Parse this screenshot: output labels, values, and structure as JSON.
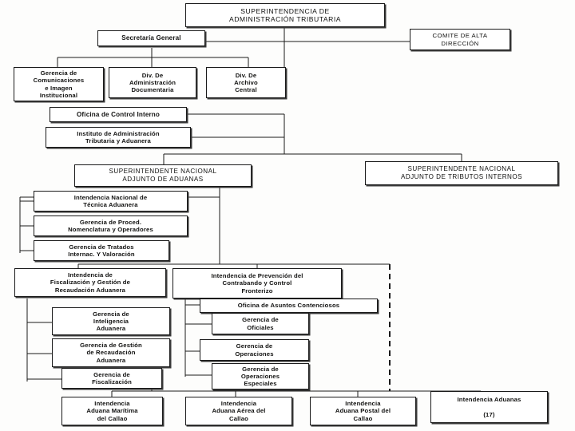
{
  "chart_data": {
    "type": "diagram",
    "title": "Organigrama - Superintendencia de Administración Tributaria",
    "diagram_kind": "organization-chart",
    "orientation": "top-down",
    "node_count": 24,
    "line_style": "solid-with-one-dashed-link"
  },
  "nodes": {
    "root": {
      "label": "SUPERINTENDENCIA DE\nADMINISTRACIÓN TRIBUTARIA"
    },
    "secretaria_general": {
      "label": "Secretaría   General"
    },
    "comite_alta_direccion": {
      "label": "COMITE DE ALTA\nDIRECCIÓN"
    },
    "gerencia_comunicaciones": {
      "label": "Gerencia de\nComunicaciones\ne Imagen\nInstitucional"
    },
    "div_administracion": {
      "label": "Div. De\nAdministración\nDocumentaria"
    },
    "div_archivo": {
      "label": "Div.  De\nArchivo\nCentral"
    },
    "oficina_control_interno": {
      "label": "Oficina de Control  Interno"
    },
    "instituto_administracion": {
      "label": "Instituto de Administración\nTributaria y Aduanera"
    },
    "superintendente_aduanas": {
      "label": "SUPERINTENDENTE   NACIONAL\nADJUNTO DE ADUANAS"
    },
    "superintendente_tributos": {
      "label": "SUPERINTENDENTE NACIONAL\nADJUNTO DE TRIBUTOS INTERNOS"
    },
    "intendencia_tecnica": {
      "label": "Intendencia   Nacional de\nTécnica Aduanera"
    },
    "gerencia_proced": {
      "label": "Gerencia de Proced.\nNomenclatura  y  Operadores"
    },
    "gerencia_tratados": {
      "label": "Gerencia de Tratados\nInternac.  Y   Valoración"
    },
    "intendencia_fiscalizacion": {
      "label": "Intendencia de\nFiscalización  y  Gestión de\nRecaudación Aduanera"
    },
    "intendencia_prevencion": {
      "label": "Intendencia de Prevención del\nContrabando  y Control\nFronterizo"
    },
    "gerencia_inteligencia": {
      "label": "Gerencia de\nInteligencia\nAduanera"
    },
    "gerencia_gestion_recaudacion": {
      "label": "Gerencia de Gestión\nde Recaudación\nAduanera"
    },
    "gerencia_fiscalizacion": {
      "label": "Gerencia de\nFiscalización"
    },
    "oficina_asuntos": {
      "label": "Oficina de Asuntos  Contenciosos"
    },
    "gerencia_oficiales": {
      "label": "Gerencia de\nOficiales"
    },
    "gerencia_operaciones": {
      "label": "Gerencia de\nOperaciones"
    },
    "gerencia_operaciones_esp": {
      "label": "Gerencia de\nOperaciones\nEspeciales"
    },
    "intendencia_maritima": {
      "label": "Intendencia\nAduana  Marítima\ndel Callao"
    },
    "intendencia_aerea": {
      "label": "Intendencia\nAduana Aérea del\nCallao"
    },
    "intendencia_postal": {
      "label": "Intendencia\nAduana Postal   del\nCallao"
    },
    "intendencia_aduanas": {
      "label": "Intendencia  Aduanas\n\n(17)"
    }
  },
  "colors": {
    "line": "#1a1a1a",
    "box_border": "#1a1a1a",
    "box_fill": "#ffffff",
    "text": "#10100f",
    "background": "#fdfdfc"
  }
}
